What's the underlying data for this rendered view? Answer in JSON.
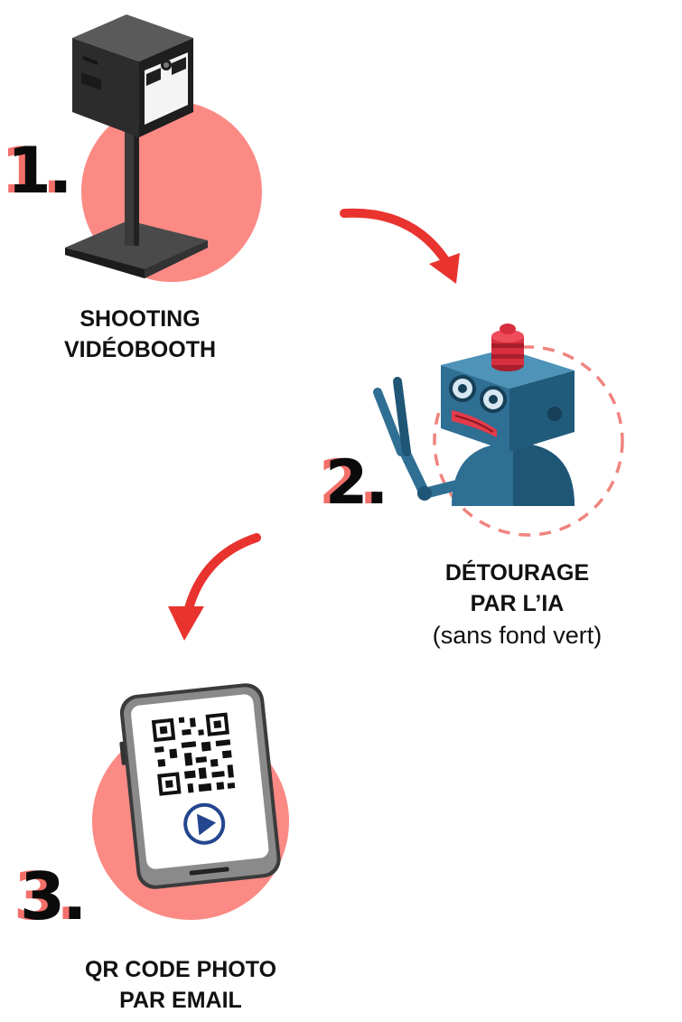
{
  "steps": [
    {
      "number": "1.",
      "title_line1": "SHOOTING",
      "title_line2": "VIDÉOBOOTH",
      "icon": "photo-booth-icon"
    },
    {
      "number": "2.",
      "title_line1": "DÉTOURAGE",
      "title_line2": "PAR L’IA",
      "subtitle": "(sans fond vert)",
      "icon": "robot-scissors-icon"
    },
    {
      "number": "3.",
      "title_line1": "QR CODE PHOTO",
      "title_line2": "PAR EMAIL",
      "icon": "smartphone-qr-icon"
    }
  ],
  "colors": {
    "accent": "#fb8a85",
    "arrow": "#e8332e",
    "number_shadow": "#f36f6a",
    "text": "#111111"
  }
}
